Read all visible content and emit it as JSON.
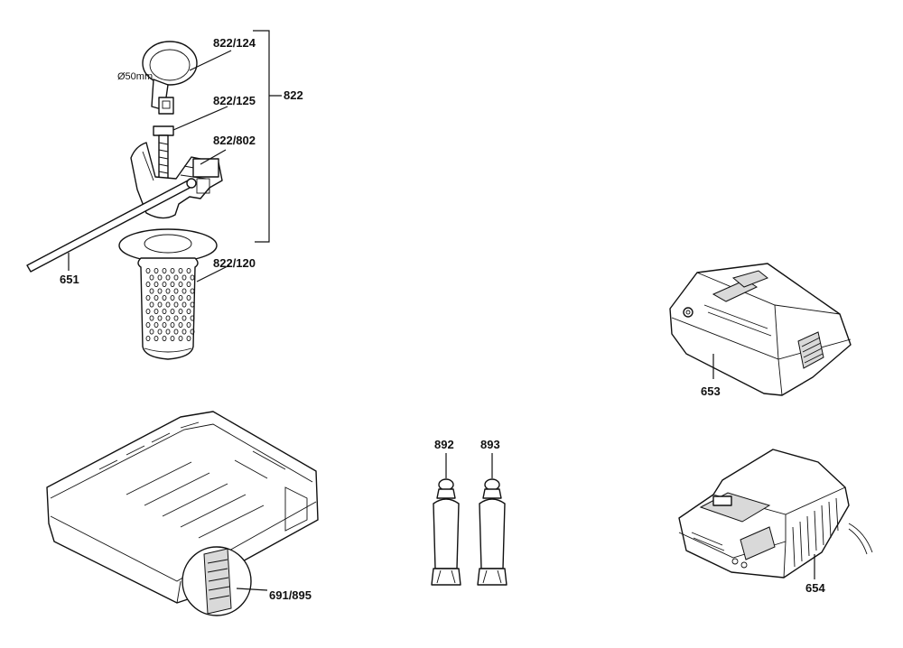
{
  "labels": {
    "p822_124": "822/124",
    "p822_125": "822/125",
    "p822": "822",
    "p822_802": "822/802",
    "p822_120": "822/120",
    "p651": "651",
    "p653": "653",
    "p892": "892",
    "p893": "893",
    "p691_895": "691/895",
    "p654": "654"
  },
  "dimension": "Ø50mm"
}
